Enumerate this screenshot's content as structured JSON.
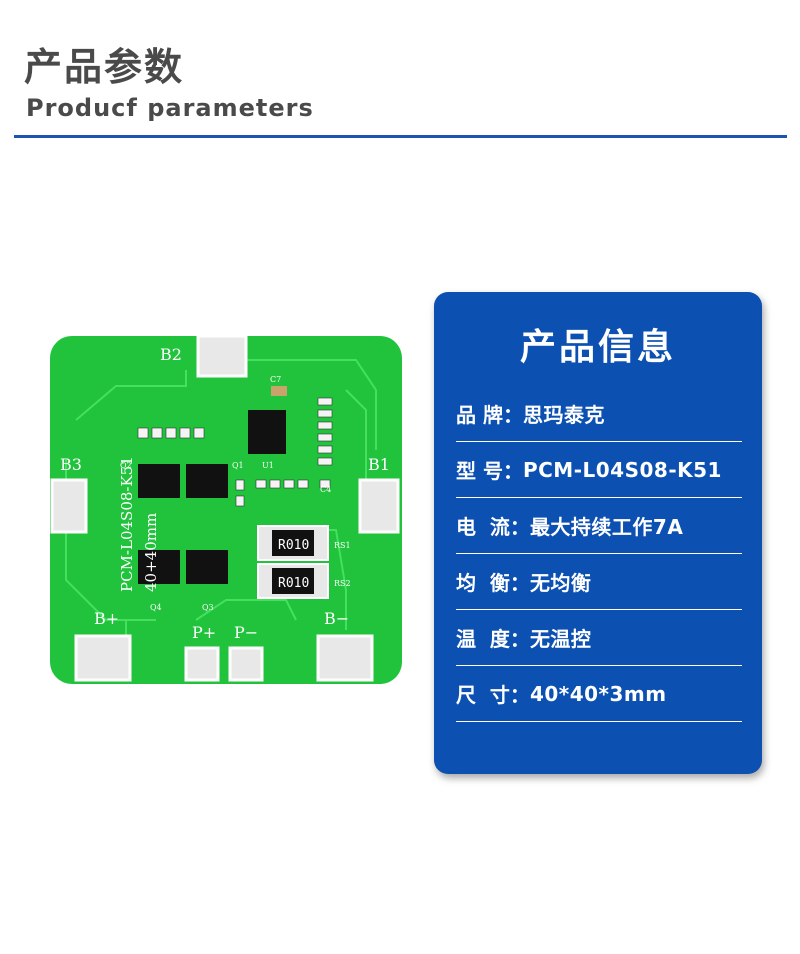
{
  "header": {
    "title_cn": "产品参数",
    "title_en": "Producf parameters"
  },
  "board": {
    "labels": {
      "b1": "B1",
      "b2": "B2",
      "b3": "B3",
      "bplus": "B+",
      "bminus": "B−",
      "pplus": "P+",
      "pminus": "P−",
      "model_text": "PCM-L04S08-K51",
      "size_text": "40+40mm",
      "res1": "R010",
      "res2": "R010",
      "rs1": "RS1",
      "rs2": "RS2",
      "c7": "C7",
      "u1": "U1",
      "c4": "C4",
      "q1": "Q1",
      "q2": "Q2",
      "q3": "Q3",
      "q4": "Q4"
    },
    "colors": {
      "pcb": "#22c93d",
      "pad": "#e6e6e6",
      "trace": "#3ddc55"
    }
  },
  "info": {
    "title": "产品信息",
    "rows": [
      {
        "label": "品 牌：",
        "value": "思玛泰克"
      },
      {
        "label": "型 号：",
        "value": "PCM-L04S08-K51"
      },
      {
        "label": "电  流：",
        "value": "最大持续工作7A"
      },
      {
        "label": "均  衡：",
        "value": "无均衡"
      },
      {
        "label": "温  度：",
        "value": "无温控"
      },
      {
        "label": "尺  寸：",
        "value": "40*40*3mm"
      }
    ],
    "colors": {
      "card": "#0c50b2",
      "rule": "#1a55b0"
    }
  }
}
